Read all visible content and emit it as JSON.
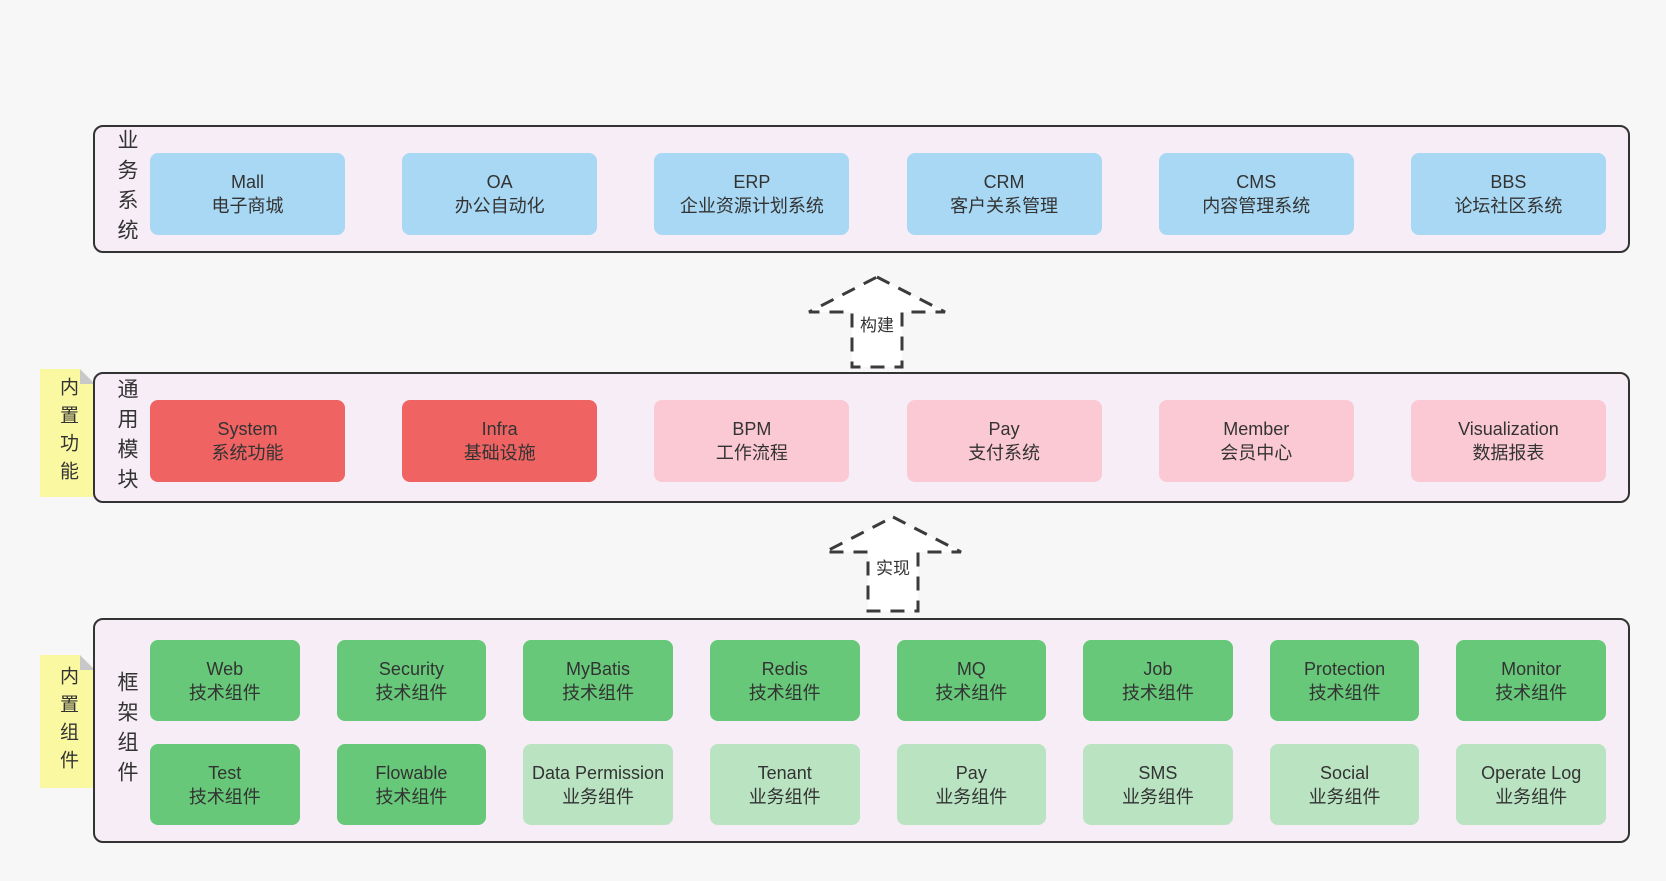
{
  "page": {
    "background": "#f7f7f7",
    "text_color": "#333333"
  },
  "colors": {
    "band_bg": "#f7edf6",
    "band_border": "#333333",
    "blue": "#a8d8f3",
    "red": "#ef6363",
    "pink": "#fac9d4",
    "green": "#66c878",
    "light_green": "#b9e3c1",
    "note_yellow": "#faf8a0",
    "note_fold": "#c8c8c8",
    "arrow_stroke": "#3b3b3b",
    "arrow_fill": "#ffffff"
  },
  "bands": [
    {
      "id": "business-systems",
      "label": "业务系统",
      "rows": [
        [
          {
            "en": "Mall",
            "zh": "电子商城",
            "variant": "blue"
          },
          {
            "en": "OA",
            "zh": "办公自动化",
            "variant": "blue"
          },
          {
            "en": "ERP",
            "zh": "企业资源计划系统",
            "variant": "blue"
          },
          {
            "en": "CRM",
            "zh": "客户关系管理",
            "variant": "blue"
          },
          {
            "en": "CMS",
            "zh": "内容管理系统",
            "variant": "blue"
          },
          {
            "en": "BBS",
            "zh": "论坛社区系统",
            "variant": "blue"
          }
        ]
      ]
    },
    {
      "id": "common-modules",
      "label": "通用模块",
      "note": "内置功能",
      "rows": [
        [
          {
            "en": "System",
            "zh": "系统功能",
            "variant": "red"
          },
          {
            "en": "Infra",
            "zh": "基础设施",
            "variant": "red"
          },
          {
            "en": "BPM",
            "zh": "工作流程",
            "variant": "pink"
          },
          {
            "en": "Pay",
            "zh": "支付系统",
            "variant": "pink"
          },
          {
            "en": "Member",
            "zh": "会员中心",
            "variant": "pink"
          },
          {
            "en": "Visualization",
            "zh": "数据报表",
            "variant": "pink"
          }
        ]
      ]
    },
    {
      "id": "framework-components",
      "label": "框架组件",
      "note": "内置组件",
      "rows": [
        [
          {
            "en": "Web",
            "zh": "技术组件",
            "variant": "green"
          },
          {
            "en": "Security",
            "zh": "技术组件",
            "variant": "green"
          },
          {
            "en": "MyBatis",
            "zh": "技术组件",
            "variant": "green"
          },
          {
            "en": "Redis",
            "zh": "技术组件",
            "variant": "green"
          },
          {
            "en": "MQ",
            "zh": "技术组件",
            "variant": "green"
          },
          {
            "en": "Job",
            "zh": "技术组件",
            "variant": "green"
          },
          {
            "en": "Protection",
            "zh": "技术组件",
            "variant": "green"
          },
          {
            "en": "Monitor",
            "zh": "技术组件",
            "variant": "green"
          }
        ],
        [
          {
            "en": "Test",
            "zh": "技术组件",
            "variant": "green"
          },
          {
            "en": "Flowable",
            "zh": "技术组件",
            "variant": "green"
          },
          {
            "en": "Data Permission",
            "zh": "业务组件",
            "variant": "light-green"
          },
          {
            "en": "Tenant",
            "zh": "业务组件",
            "variant": "light-green"
          },
          {
            "en": "Pay",
            "zh": "业务组件",
            "variant": "light-green"
          },
          {
            "en": "SMS",
            "zh": "业务组件",
            "variant": "light-green"
          },
          {
            "en": "Social",
            "zh": "业务组件",
            "variant": "light-green"
          },
          {
            "en": "Operate Log",
            "zh": "业务组件",
            "variant": "light-green"
          }
        ]
      ]
    }
  ],
  "arrows": [
    {
      "id": "build",
      "label": "构建"
    },
    {
      "id": "implement",
      "label": "实现"
    }
  ]
}
